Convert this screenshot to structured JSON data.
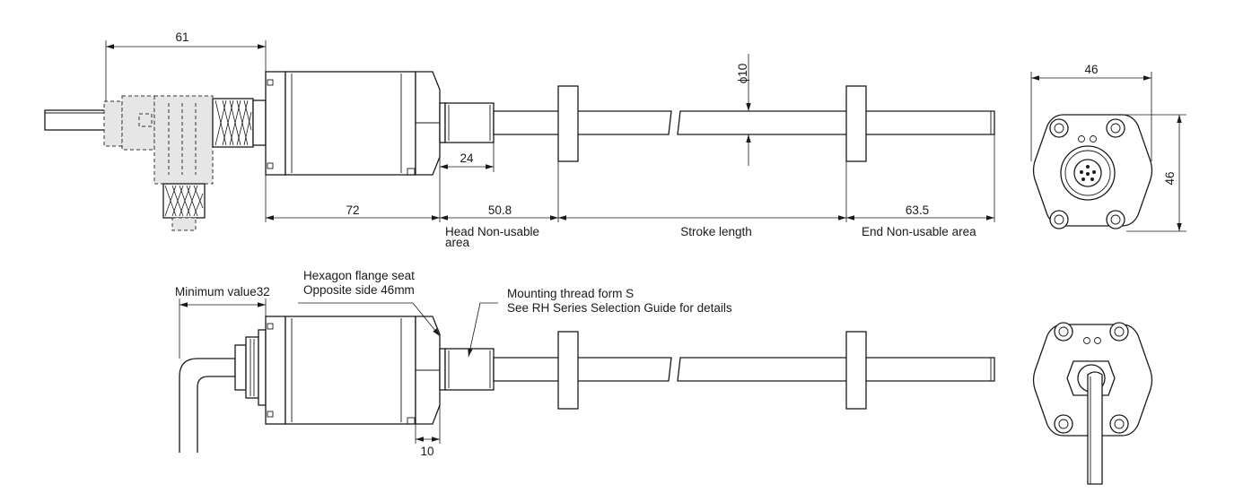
{
  "dimensions": {
    "connector_width": "61",
    "head_length": "72",
    "thread_length": "24",
    "head_non_usable": "50.8",
    "end_non_usable": "63.5",
    "rod_diameter": "ϕ10",
    "face_width": "46",
    "face_height": "46",
    "cable_gland_min": "Minimum value32",
    "flange_thickness": "10"
  },
  "labels": {
    "head_non_usable_line1": "Head Non-usable",
    "head_non_usable_line2": "area",
    "stroke_length": "Stroke length",
    "end_non_usable": "End Non-usable area",
    "hex_flange_line1": "Hexagon flange seat",
    "hex_flange_line2": "Opposite side 46mm",
    "mounting_line1": "Mounting thread form S",
    "mounting_line2": "See RH Series Selection Guide for details"
  }
}
